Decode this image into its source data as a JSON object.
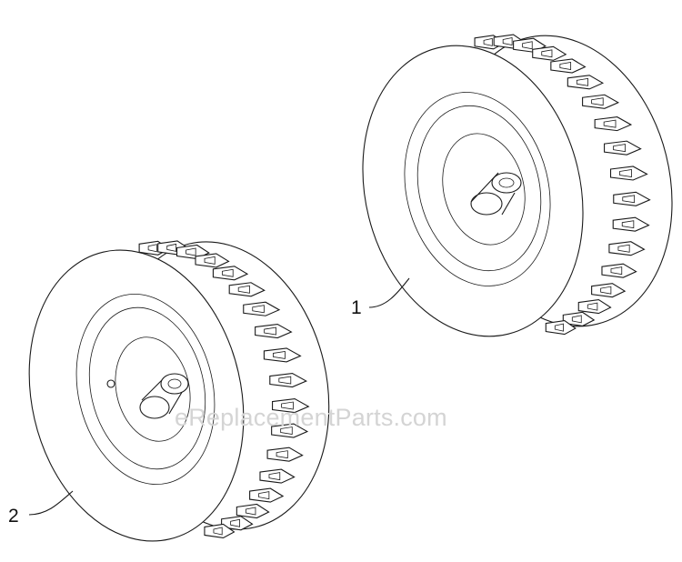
{
  "callouts": [
    {
      "number": "1",
      "part": "wheel-right"
    },
    {
      "number": "2",
      "part": "wheel-left"
    }
  ],
  "watermark": "eReplacementParts.com",
  "colors": {
    "ink": "#1a1a1a",
    "background": "#ffffff",
    "watermark": "#d4d4d4"
  }
}
